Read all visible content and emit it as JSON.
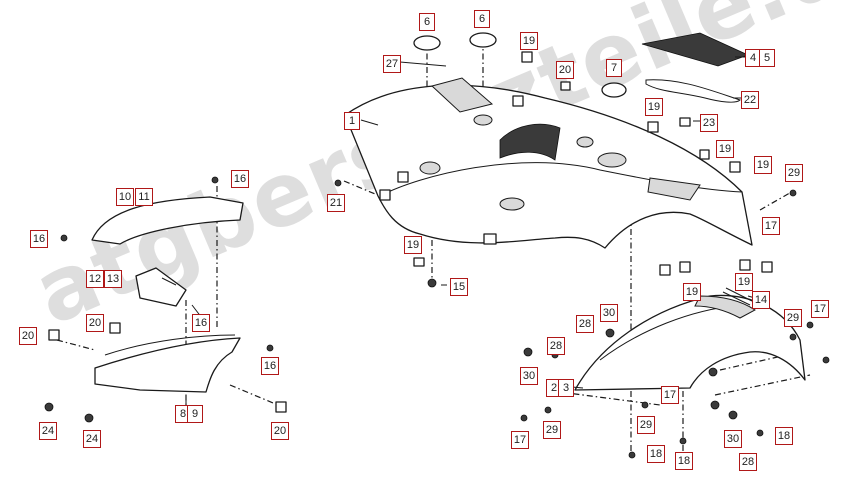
{
  "watermark": "atgbersatzteile.de",
  "callouts": [
    {
      "id": "c-6a",
      "text": "6"
    },
    {
      "id": "c-6b",
      "text": "6"
    },
    {
      "id": "c-19a",
      "text": "19"
    },
    {
      "id": "c-4",
      "text": "4"
    },
    {
      "id": "c-5",
      "text": "5"
    },
    {
      "id": "c-27",
      "text": "27"
    },
    {
      "id": "c-20a",
      "text": "20"
    },
    {
      "id": "c-7",
      "text": "7"
    },
    {
      "id": "c-22",
      "text": "22"
    },
    {
      "id": "c-1",
      "text": "1"
    },
    {
      "id": "c-19b",
      "text": "19"
    },
    {
      "id": "c-23",
      "text": "23"
    },
    {
      "id": "c-19c",
      "text": "19"
    },
    {
      "id": "c-19d",
      "text": "19"
    },
    {
      "id": "c-29a",
      "text": "29"
    },
    {
      "id": "c-16a",
      "text": "16"
    },
    {
      "id": "c-10",
      "text": "10"
    },
    {
      "id": "c-11",
      "text": "11"
    },
    {
      "id": "c-21",
      "text": "21"
    },
    {
      "id": "c-17a",
      "text": "17"
    },
    {
      "id": "c-16b",
      "text": "16"
    },
    {
      "id": "c-19e",
      "text": "19"
    },
    {
      "id": "c-19f",
      "text": "19"
    },
    {
      "id": "c-12",
      "text": "12"
    },
    {
      "id": "c-13",
      "text": "13"
    },
    {
      "id": "c-15",
      "text": "15"
    },
    {
      "id": "c-19g",
      "text": "19"
    },
    {
      "id": "c-14",
      "text": "14"
    },
    {
      "id": "c-20b",
      "text": "20"
    },
    {
      "id": "c-16c",
      "text": "16"
    },
    {
      "id": "c-30a",
      "text": "30"
    },
    {
      "id": "c-29b",
      "text": "29"
    },
    {
      "id": "c-17b",
      "text": "17"
    },
    {
      "id": "c-28a",
      "text": "28"
    },
    {
      "id": "c-20c",
      "text": "20"
    },
    {
      "id": "c-16d",
      "text": "16"
    },
    {
      "id": "c-28b",
      "text": "28"
    },
    {
      "id": "c-30b",
      "text": "30"
    },
    {
      "id": "c-2",
      "text": "2"
    },
    {
      "id": "c-3",
      "text": "3"
    },
    {
      "id": "c-17c",
      "text": "17"
    },
    {
      "id": "c-24a",
      "text": "24"
    },
    {
      "id": "c-8",
      "text": "8"
    },
    {
      "id": "c-9",
      "text": "9"
    },
    {
      "id": "c-29c",
      "text": "29"
    },
    {
      "id": "c-24b",
      "text": "24"
    },
    {
      "id": "c-20d",
      "text": "20"
    },
    {
      "id": "c-17d",
      "text": "17"
    },
    {
      "id": "c-29d",
      "text": "29"
    },
    {
      "id": "c-18a",
      "text": "18"
    },
    {
      "id": "c-30c",
      "text": "30"
    },
    {
      "id": "c-18b",
      "text": "18"
    },
    {
      "id": "c-18c",
      "text": "18"
    },
    {
      "id": "c-28c",
      "text": "28"
    }
  ]
}
